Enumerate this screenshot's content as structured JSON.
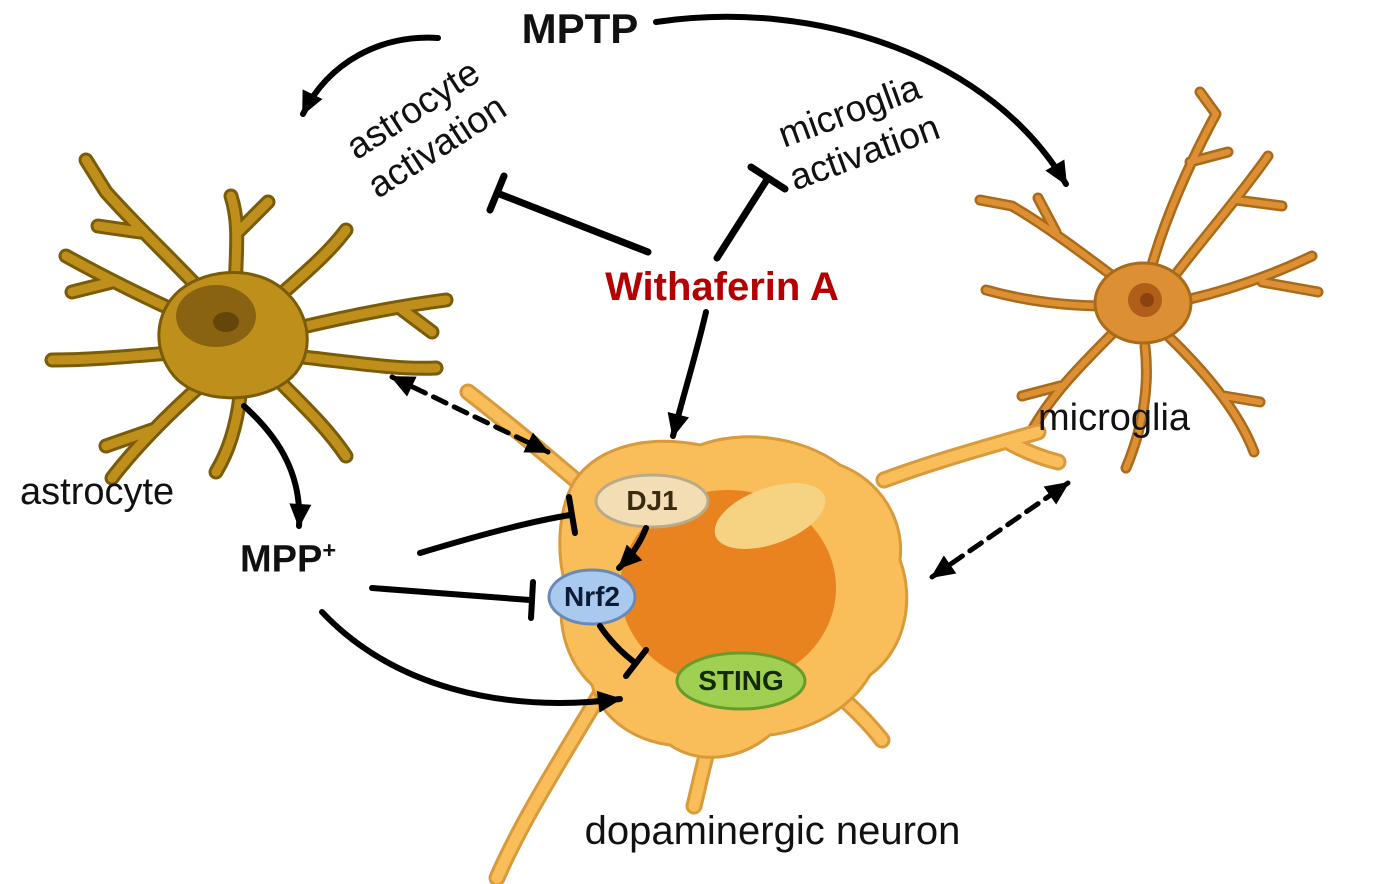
{
  "diagram": {
    "mptp": "MPTP",
    "astrocyte_activation_line1": "astrocyte",
    "astrocyte_activation_line2": "activation",
    "microglia_activation_line1": "microglia",
    "microglia_activation_line2": "activation",
    "withaferin": "Withaferin A",
    "astrocyte": "astrocyte",
    "microglia": "microglia",
    "mpp_base": "MPP",
    "mpp_sup": "+",
    "dj1": "DJ1",
    "nrf2": "Nrf2",
    "sting": "STING",
    "neuron": "dopaminergic neuron"
  },
  "colors": {
    "withaferin_text": "#b30000",
    "astrocyte_fill": "#bf8f1c",
    "astrocyte_outline": "#7a5c08",
    "astrocyte_nucleus": "#8a6312",
    "microglia_fill": "#dd8f33",
    "microglia_outline": "#a96a1a",
    "neuron_fill": "#f9bd59",
    "neuron_outline": "#d89a3a",
    "neuron_nucleus": "#e8831f",
    "dj1_fill": "#f3ddb5",
    "nrf2_fill": "#a9c9ee",
    "sting_fill": "#9fd052",
    "arrow": "#000000"
  },
  "edges": [
    {
      "from": "MPTP",
      "to": "astrocyte activation",
      "type": "activation"
    },
    {
      "from": "MPTP",
      "to": "microglia",
      "type": "activation"
    },
    {
      "from": "Withaferin A",
      "to": "astrocyte activation",
      "type": "inhibition"
    },
    {
      "from": "Withaferin A",
      "to": "microglia activation",
      "type": "inhibition"
    },
    {
      "from": "Withaferin A",
      "to": "dopaminergic neuron",
      "type": "activation"
    },
    {
      "from": "astrocyte",
      "to": "MPP+",
      "type": "activation"
    },
    {
      "from": "MPP+",
      "to": "DJ1",
      "type": "inhibition"
    },
    {
      "from": "MPP+",
      "to": "Nrf2",
      "type": "inhibition"
    },
    {
      "from": "MPP+",
      "to": "STING",
      "type": "activation"
    },
    {
      "from": "DJ1",
      "to": "Nrf2",
      "type": "activation"
    },
    {
      "from": "Nrf2",
      "to": "STING",
      "type": "inhibition"
    },
    {
      "from": "astrocyte",
      "to": "dopaminergic neuron",
      "type": "bidirectional-dashed"
    },
    {
      "from": "microglia",
      "to": "dopaminergic neuron",
      "type": "bidirectional-dashed"
    }
  ]
}
